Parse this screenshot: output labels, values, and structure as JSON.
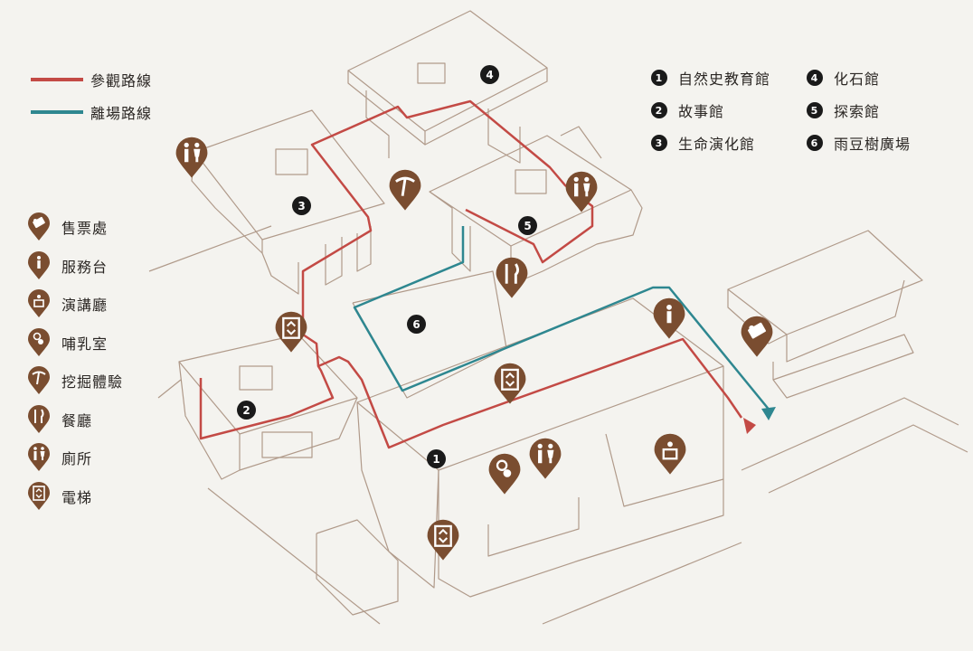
{
  "colors": {
    "visit_route": "#c34a45",
    "exit_route": "#2e8790",
    "pin": "#7a4d30",
    "building_line": "#b09a8a"
  },
  "routes_legend": [
    {
      "key": "visit",
      "label": "參觀路線",
      "color": "#c34a45"
    },
    {
      "key": "exit",
      "label": "離場路線",
      "color": "#2e8790"
    }
  ],
  "facilities_legend": [
    {
      "key": "ticket",
      "icon": "ticket-icon",
      "label": "售票處"
    },
    {
      "key": "info",
      "icon": "info-icon",
      "label": "服務台"
    },
    {
      "key": "lecture",
      "icon": "lecture-hall-icon",
      "label": "演講廳"
    },
    {
      "key": "nursing",
      "icon": "nursing-room-icon",
      "label": "哺乳室"
    },
    {
      "key": "dig",
      "icon": "pickaxe-icon",
      "label": "挖掘體驗"
    },
    {
      "key": "dining",
      "icon": "restaurant-icon",
      "label": "餐廳"
    },
    {
      "key": "toilet",
      "icon": "restroom-icon",
      "label": "廁所"
    },
    {
      "key": "elevator",
      "icon": "elevator-icon",
      "label": "電梯"
    }
  ],
  "halls_legend": [
    {
      "num": "1",
      "label": "自然史教育館"
    },
    {
      "num": "2",
      "label": "故事館"
    },
    {
      "num": "3",
      "label": "生命演化館"
    },
    {
      "num": "4",
      "label": "化石館"
    },
    {
      "num": "5",
      "label": "探索館"
    },
    {
      "num": "6",
      "label": "雨豆樹廣場"
    }
  ],
  "map_numbers": [
    "1",
    "2",
    "3",
    "4",
    "5",
    "6"
  ]
}
